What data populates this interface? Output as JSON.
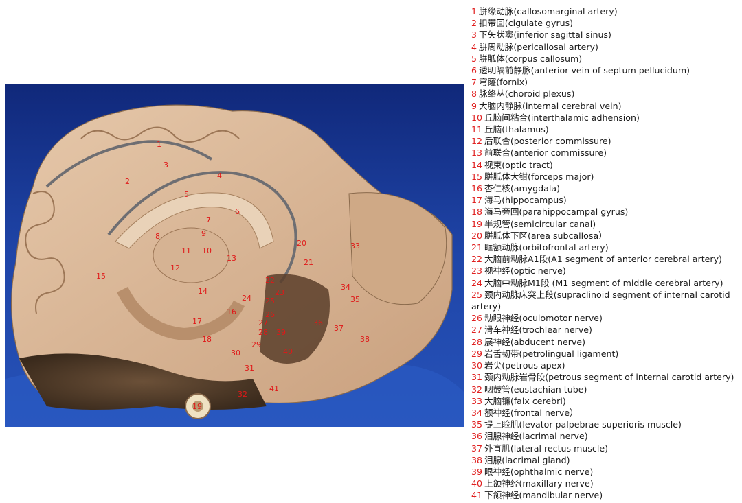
{
  "colors": {
    "number": "#e02020",
    "background_cloth": "#1c3f9e",
    "tissue": "#d9b89a"
  },
  "legend": [
    {
      "n": "1",
      "text": "胼缘动脉(callosomarginal artery)"
    },
    {
      "n": "2",
      "text": "扣带回(cigulate gyrus)"
    },
    {
      "n": "3",
      "text": "下矢状窦(inferior sagittal sinus)"
    },
    {
      "n": "4",
      "text": "胼周动脉(pericallosal artery)"
    },
    {
      "n": "5",
      "text": "胼胝体(corpus callosum)"
    },
    {
      "n": "6",
      "text": "透明隔前静脉(anterior vein of septum pellucidum)"
    },
    {
      "n": "7",
      "text": "穹窿(fornix)"
    },
    {
      "n": "8",
      "text": "脉络丛(choroid plexus)"
    },
    {
      "n": "9",
      "text": "大脑内静脉(internal cerebral vein)"
    },
    {
      "n": "10",
      "text": "丘脑间粘合(interthalamic adhension)"
    },
    {
      "n": "11",
      "text": "丘脑(thalamus)"
    },
    {
      "n": "12",
      "text": "后联合(posterior commissure)"
    },
    {
      "n": "13",
      "text": "前联合(anterior commissure)"
    },
    {
      "n": "14",
      "text": "视束(optic tract)"
    },
    {
      "n": "15",
      "text": "胼胝体大钳(forceps major)"
    },
    {
      "n": "16",
      "text": "杏仁核(amygdala)"
    },
    {
      "n": "17",
      "text": "海马(hippocampus)"
    },
    {
      "n": "18",
      "text": "海马旁回(parahippocampal gyrus)"
    },
    {
      "n": "19",
      "text": "半规管(semicircular canal)"
    },
    {
      "n": "20",
      "text": "胼胝体下区(area subcallosa）"
    },
    {
      "n": "21",
      "text": "眶额动脉(orbitofrontal artery)"
    },
    {
      "n": "22",
      "text": "大脑前动脉A1段(A1 segment of anterior cerebral artery)"
    },
    {
      "n": "23",
      "text": "视神经(optic nerve)"
    },
    {
      "n": "24",
      "text": "大脑中动脉M1段 (M1 segment of middle cerebral artery)"
    },
    {
      "n": "25",
      "text": "颈内动脉床突上段(supraclinoid segment of internal carotid artery)"
    },
    {
      "n": "26",
      "text": "动眼神经(oculomotor nerve)"
    },
    {
      "n": "27",
      "text": "滑车神经(trochlear nerve)"
    },
    {
      "n": "28",
      "text": "展神经(abducent nerve)"
    },
    {
      "n": "29",
      "text": "岩舌韧带(petrolingual ligament)"
    },
    {
      "n": "30",
      "text": "岩尖(petrous apex)"
    },
    {
      "n": "31",
      "text": "颈内动脉岩骨段(petrous segment of internal carotid artery)"
    },
    {
      "n": "32",
      "text": "咽鼓管(eustachian tube)"
    },
    {
      "n": "33",
      "text": "大脑镰(falx cerebri)"
    },
    {
      "n": "34",
      "text": "额神经(frontal nerve）"
    },
    {
      "n": "35",
      "text": "提上睑肌(levator palpebrae superioris muscle)"
    },
    {
      "n": "36",
      "text": "泪腺神经(lacrimal nerve)"
    },
    {
      "n": "37",
      "text": "外直肌(lateral rectus muscle)"
    },
    {
      "n": "38",
      "text": "泪腺(lacrimal gland)"
    },
    {
      "n": "39",
      "text": "眼神经(ophthalmic nerve)"
    },
    {
      "n": "40",
      "text": "上颌神经(maxillary nerve)"
    },
    {
      "n": "41",
      "text": "下颌神经(mandibular nerve)"
    }
  ],
  "callouts": [
    "1",
    "2",
    "3",
    "4",
    "5",
    "6",
    "7",
    "8",
    "9",
    "10",
    "11",
    "12",
    "13",
    "14",
    "15",
    "16",
    "17",
    "18",
    "19",
    "20",
    "21",
    "22",
    "23",
    "24",
    "25",
    "26",
    "27",
    "28",
    "29",
    "30",
    "31",
    "32",
    "33",
    "34",
    "35",
    "36",
    "37",
    "38",
    "39",
    "40",
    "41"
  ]
}
